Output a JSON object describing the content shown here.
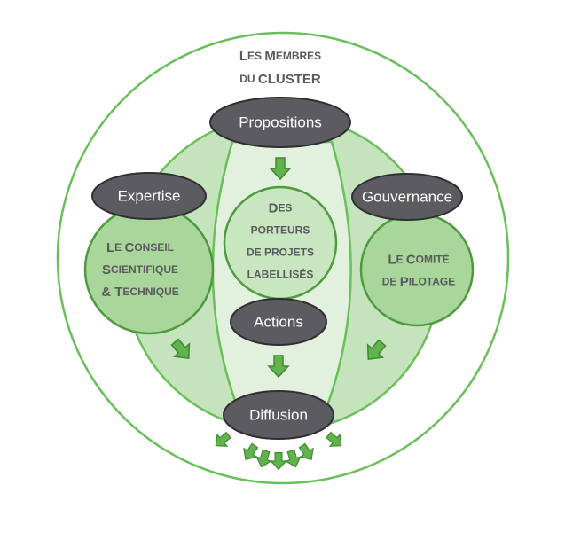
{
  "diagram": {
    "title": {
      "lines": [
        [
          {
            "cap": "L",
            "small": "es "
          },
          {
            "cap": "M",
            "small": "embres"
          }
        ],
        [
          {
            "cap": "",
            "small": "du "
          },
          {
            "cap": "CLUSTER",
            "small": ""
          }
        ]
      ]
    },
    "nodes": {
      "propositions": "Propositions",
      "expertise": "Expertise",
      "gouvernance": "Gouvernance",
      "actions": "Actions",
      "diffusion": "Diffusion"
    },
    "groups": {
      "left": {
        "lines": [
          [
            {
              "cap": "L",
              "small": "e "
            },
            {
              "cap": "C",
              "small": "onseil"
            }
          ],
          [
            {
              "cap": "S",
              "small": "cientifique"
            }
          ],
          [
            {
              "cap": "& T",
              "small": "echnique"
            }
          ]
        ]
      },
      "center": {
        "lines": [
          [
            {
              "cap": "D",
              "small": "es"
            }
          ],
          [
            {
              "cap": "",
              "small": "porteurs"
            }
          ],
          [
            {
              "cap": "",
              "small": "de projets"
            }
          ],
          [
            {
              "cap": "",
              "small": "labellisés"
            }
          ]
        ]
      },
      "right": {
        "lines": [
          [
            {
              "cap": "L",
              "small": "e "
            },
            {
              "cap": "C",
              "small": "omité"
            }
          ],
          [
            {
              "cap": "",
              "small": "de "
            },
            {
              "cap": "P",
              "small": "ilotage"
            }
          ]
        ]
      }
    },
    "colors": {
      "outer_ring": "#6abf5a",
      "big_circle_fill": "#c5e3bd",
      "lens_fill": "#e2f1dd",
      "group_circle_fill": "#a8d69b",
      "group_circle_stroke": "#4f9a3f",
      "node_fill": "#5c5b60",
      "node_stroke": "#2f2f33",
      "arrow_fill": "#62b24e",
      "arrow_stroke": "#3f8a32",
      "text_gray": "#5a5a5e"
    },
    "diffusion_arrow_count": 7
  }
}
